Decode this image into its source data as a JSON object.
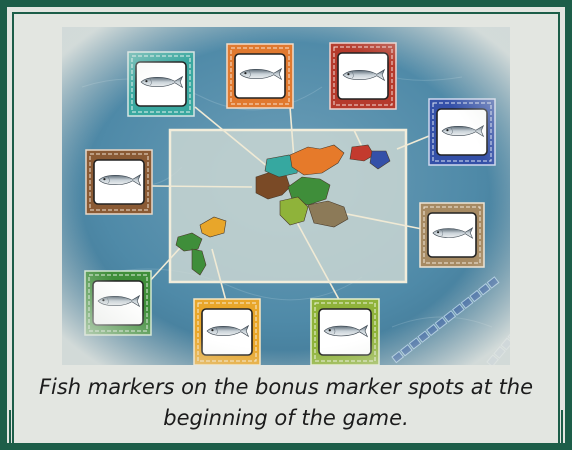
{
  "caption": "Fish markers on the bonus marker spots at the beginning of the game.",
  "markers": [
    {
      "id": "teal",
      "color": "#3aa8a0",
      "icon": "fish-icon"
    },
    {
      "id": "orange",
      "color": "#e0792f",
      "icon": "fish-icon"
    },
    {
      "id": "red",
      "color": "#b53a2c",
      "icon": "fish-icon"
    },
    {
      "id": "blue",
      "color": "#3450a8",
      "icon": "fish-icon"
    },
    {
      "id": "brown",
      "color": "#8a5a34",
      "icon": "fish-icon"
    },
    {
      "id": "tan",
      "color": "#a68a63",
      "icon": "fish-icon"
    },
    {
      "id": "green",
      "color": "#3f8e3a",
      "icon": "fish-icon"
    },
    {
      "id": "yellow",
      "color": "#e8a62a",
      "icon": "fish-icon"
    },
    {
      "id": "lime",
      "color": "#8fb33a",
      "icon": "fish-icon"
    }
  ],
  "colors": {
    "frame": "#1d5e49",
    "water": "#4f8aa8",
    "mat": "#f2eddb"
  }
}
